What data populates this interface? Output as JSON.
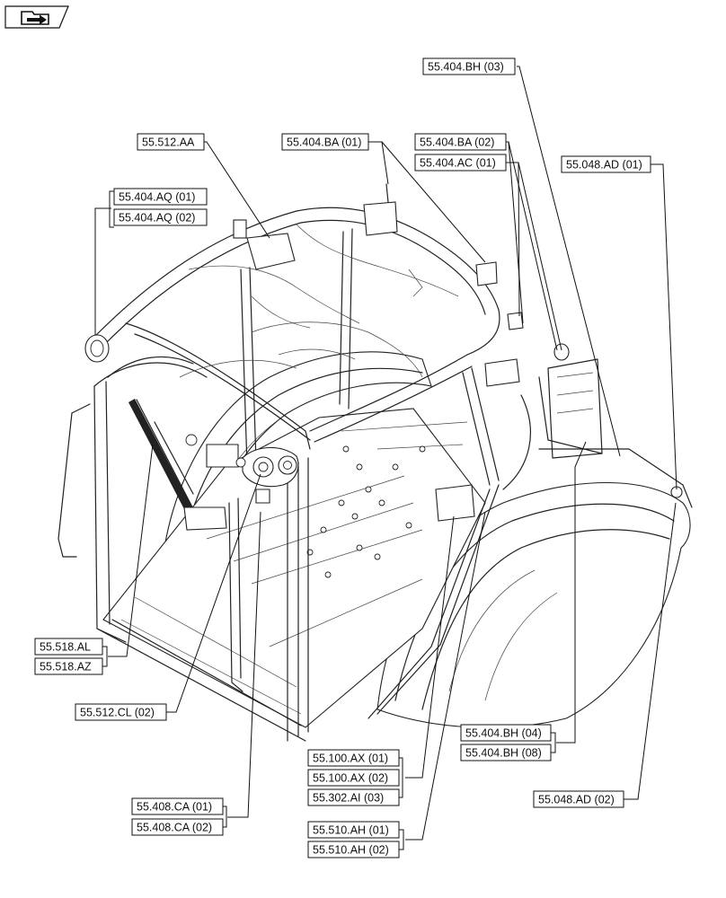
{
  "nav": {
    "icon": "folder-arrow-icon"
  },
  "labels": {
    "l_55_404_BH_03": "55.404.BH (03)",
    "l_55_512_AA": "55.512.AA",
    "l_55_404_BA_01": "55.404.BA (01)",
    "l_55_404_BA_02": "55.404.BA (02)",
    "l_55_404_AC_01": "55.404.AC (01)",
    "l_55_048_AD_01": "55.048.AD (01)",
    "l_55_404_AQ_01": "55.404.AQ (01)",
    "l_55_404_AQ_02": "55.404.AQ (02)",
    "l_55_518_AL": "55.518.AL",
    "l_55_518_AZ": "55.518.AZ",
    "l_55_512_CL_02": "55.512.CL (02)",
    "l_55_404_BH_04": "55.404.BH (04)",
    "l_55_404_BH_08": "55.404.BH (08)",
    "l_55_100_AX_01": "55.100.AX (01)",
    "l_55_100_AX_02": "55.100.AX (02)",
    "l_55_302_AI_03": "55.302.AI (03)",
    "l_55_048_AD_02": "55.048.AD (02)",
    "l_55_408_CA_01": "55.408.CA (01)",
    "l_55_408_CA_02": "55.408.CA (02)",
    "l_55_510_AH_01": "55.510.AH (01)",
    "l_55_510_AH_02": "55.510.AH (02)"
  }
}
